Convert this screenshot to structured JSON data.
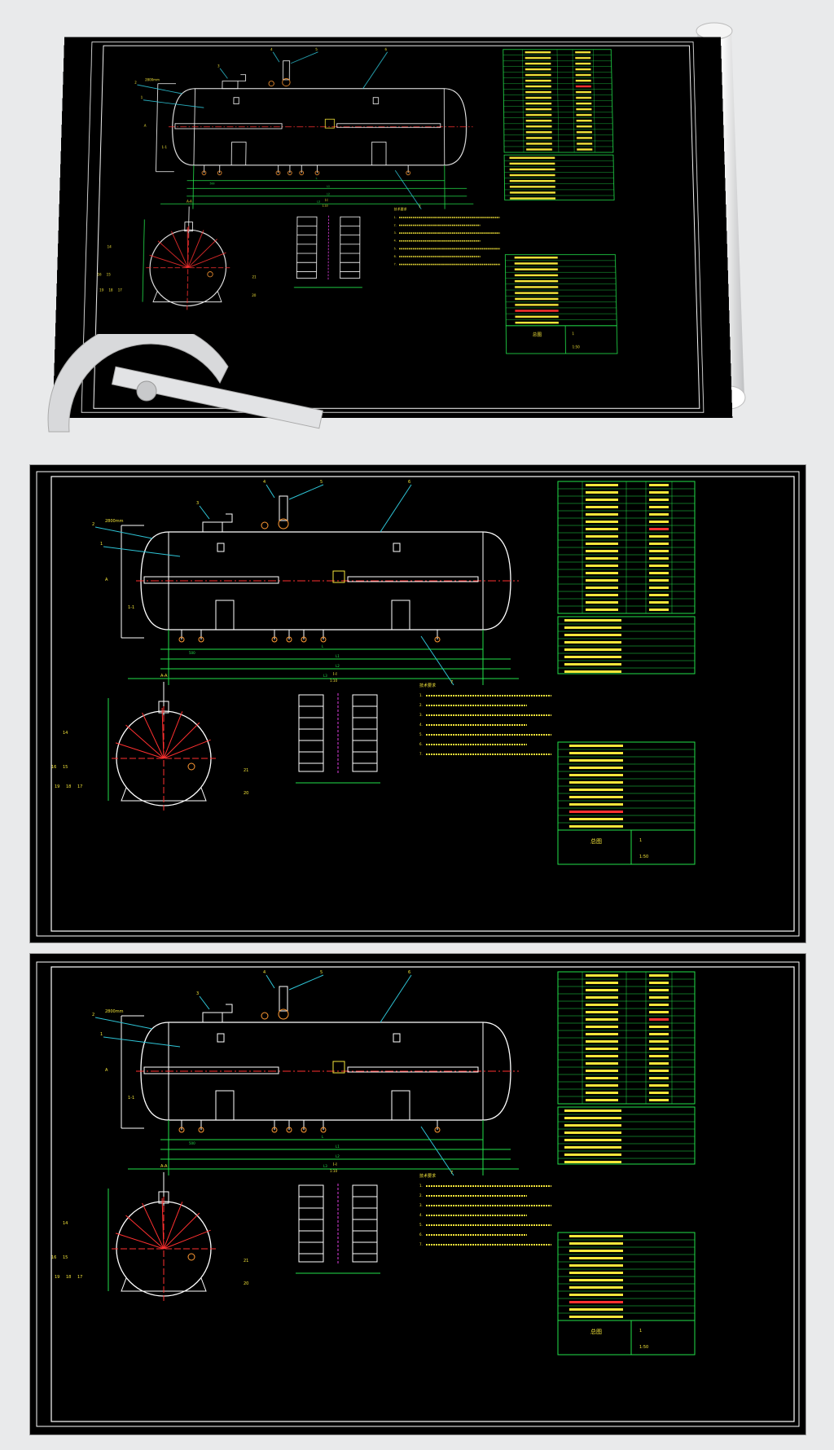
{
  "drawing": {
    "front_view": {
      "callouts": [
        "1",
        "2",
        "3",
        "4",
        "5",
        "6",
        "7"
      ],
      "level_label": "2800mm",
      "left_labels": [
        "A",
        "1-1"
      ],
      "dim_labels": [
        "500",
        "L",
        "L1",
        "L2",
        "L3"
      ]
    },
    "end_view": {
      "title": "A-A",
      "callouts": [
        "14",
        "15",
        "16",
        "17",
        "18",
        "19",
        "20",
        "21"
      ]
    },
    "section_view": {
      "title": "I-I",
      "subtitle": "1:10"
    },
    "notes": {
      "title": "技术要求",
      "lines": [
        "1.",
        "2.",
        "3.",
        "4.",
        "5.",
        "6.",
        "7."
      ]
    },
    "title_block": {
      "title": "总图",
      "drawing_no": "1",
      "scale": "1:50"
    },
    "parts_table": {
      "rows": 12
    },
    "spec_table": {
      "rows": 18
    }
  },
  "colors": {
    "background": "#000000",
    "vessel": "#ffffff",
    "dimension": "#22e04a",
    "leader": "#2ec4d6",
    "center": "#ff3030",
    "text": "#f5e63a",
    "table": "#22e04a",
    "magenta": "#e040e0"
  }
}
